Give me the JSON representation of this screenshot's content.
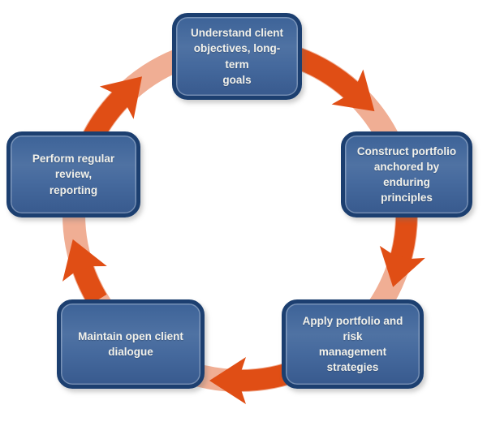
{
  "diagram": {
    "type": "cycle",
    "direction": "clockwise",
    "step_count": 5,
    "steps": [
      {
        "id": "understand",
        "position": "top",
        "label": "Understand client\nobjectives, long-term\ngoals"
      },
      {
        "id": "construct",
        "position": "right",
        "label": "Construct portfolio\nanchored by enduring\nprinciples"
      },
      {
        "id": "apply",
        "position": "bottom-right",
        "label": "Apply portfolio and risk\nmanagement strategies"
      },
      {
        "id": "maintain",
        "position": "bottom-left",
        "label": "Maintain open client\ndialogue"
      },
      {
        "id": "review",
        "position": "left",
        "label": "Perform regular review,\nreporting"
      }
    ],
    "colors": {
      "node_fill_light": "#4f72a3",
      "node_fill_dark": "#385a8e",
      "node_border": "#1c3f70",
      "node_text": "#f2f1ea",
      "arrow_dark": "#e04e15",
      "arrow_light": "#f0ae94",
      "background": "#ffffff"
    }
  }
}
